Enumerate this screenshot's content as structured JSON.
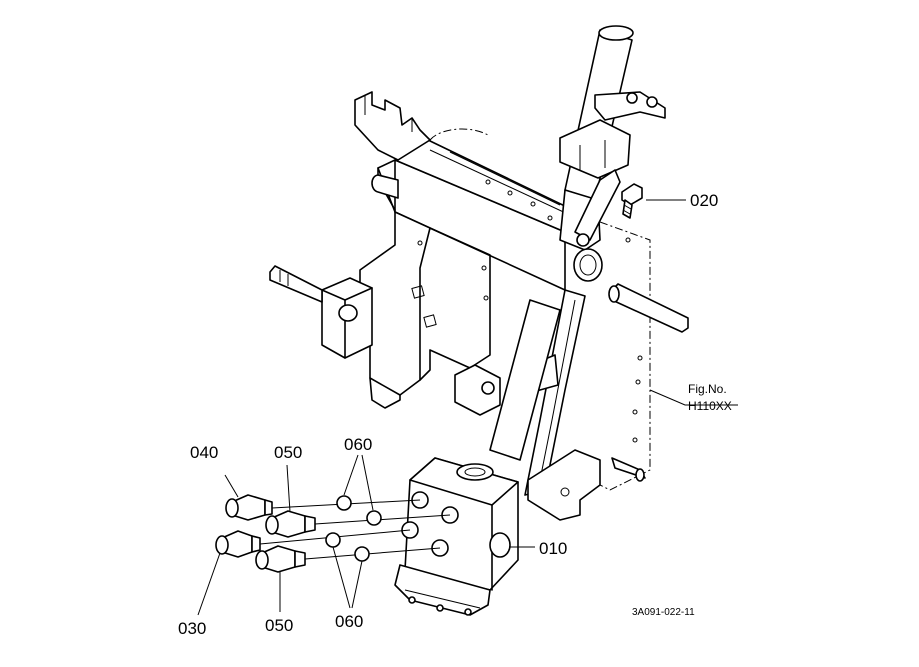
{
  "callouts": {
    "p010": "010",
    "p020": "020",
    "p030": "030",
    "p040": "040",
    "p050_top": "050",
    "p050_bottom": "050",
    "p060_top": "060",
    "p060_bottom": "060"
  },
  "fig_ref": {
    "line1": "Fig.No.",
    "line2": "H110XX"
  },
  "drawing_code": "3A091-022-11"
}
